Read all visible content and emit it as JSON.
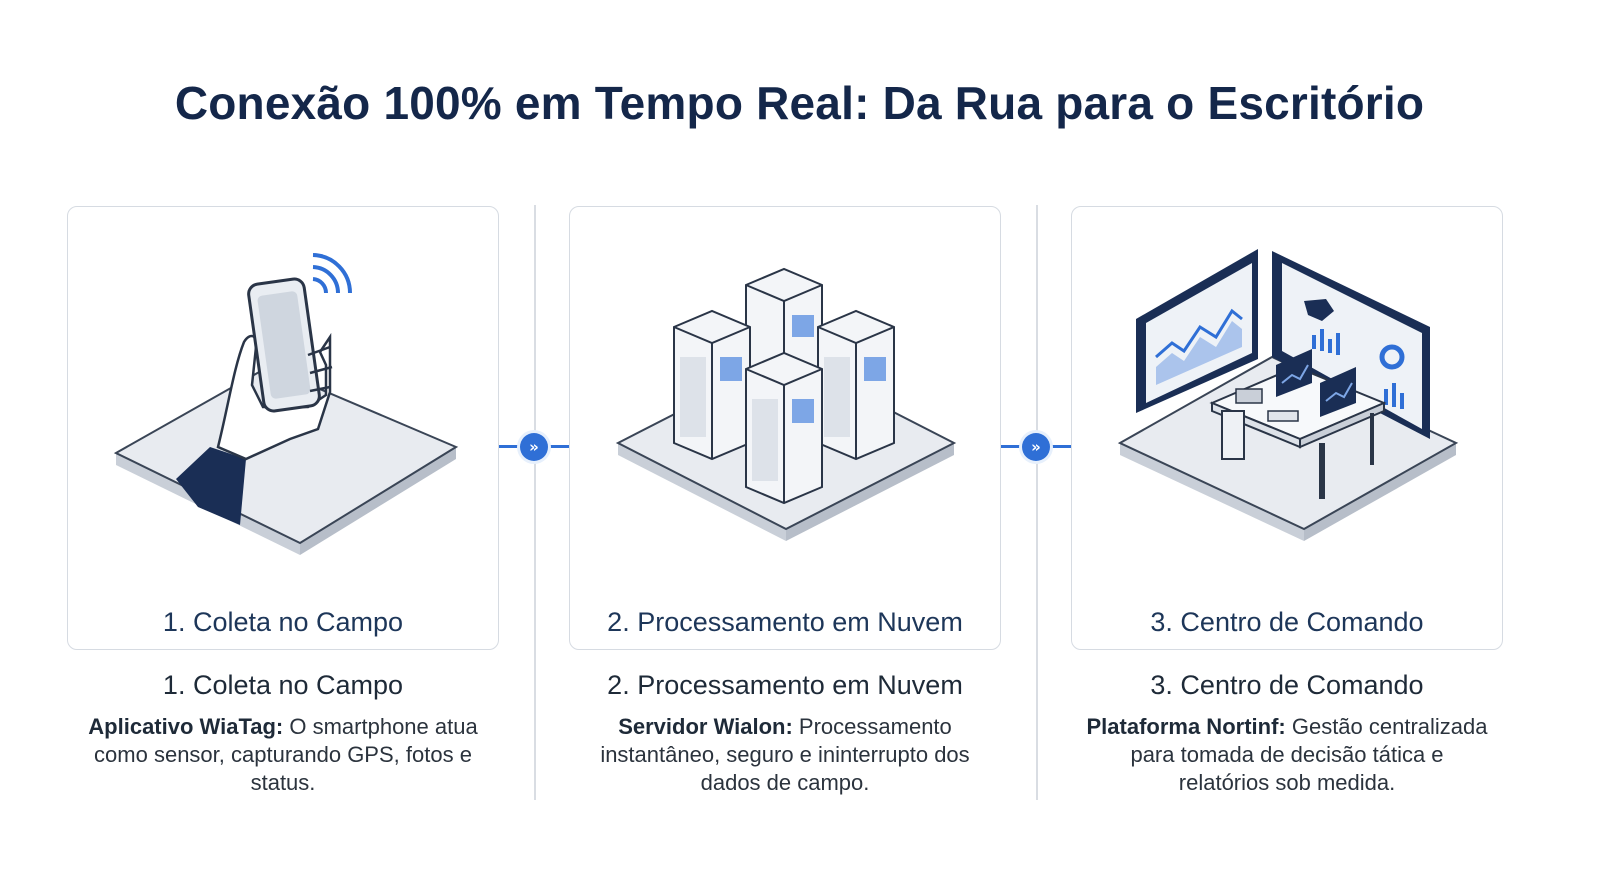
{
  "title": "Conexão 100% em Tempo Real: Da Rua para o Escritório",
  "colors": {
    "accent": "#2f6fd6",
    "title": "#14274a",
    "navy": "#1a2e55"
  },
  "steps": [
    {
      "card_label": "1. Coleta no Campo",
      "title": "1. Coleta no Campo",
      "desc_bold": "Aplicativo WiaTag:",
      "desc_rest": " O smartphone atua como sensor, capturando GPS, fotos e status.",
      "icon": "hand-smartphone-icon"
    },
    {
      "card_label": "2. Processamento em Nuvem",
      "title": "2. Processamento em Nuvem",
      "desc_bold": "Servidor Wialon:",
      "desc_rest": " Processamento instantâneo, seguro e ininterrupto dos dados de campo.",
      "icon": "server-rack-icon"
    },
    {
      "card_label": "3. Centro de Comando",
      "title": "3. Centro de Comando",
      "desc_bold": "Plataforma Nortinf:",
      "desc_rest": " Gestão centralizada para tomada de decisão tática e relatórios sob medida.",
      "icon": "command-center-icon"
    }
  ],
  "connectors": [
    {
      "icon": "double-chevron-right-icon",
      "glyph": "»"
    },
    {
      "icon": "double-chevron-right-icon",
      "glyph": "»"
    }
  ]
}
